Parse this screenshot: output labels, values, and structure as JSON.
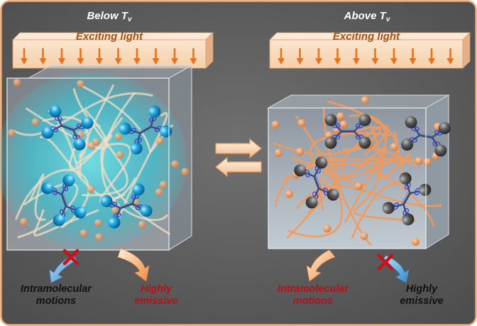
{
  "left_panel": {
    "header_main": "Below T",
    "header_sub": "v",
    "light_label": "Exciting light",
    "caption_blocked_line1": "Intramolecular",
    "caption_blocked_line2": "motions",
    "caption_result_line1": "Highly",
    "caption_result_line2": "emissive"
  },
  "right_panel": {
    "header_main": "Above T",
    "header_sub": "v",
    "light_label": "Exciting light",
    "caption_result_line1": "Intramolecular",
    "caption_result_line2": "motions",
    "caption_blocked_line1": "Highly",
    "caption_blocked_line2": "emissive"
  },
  "colors": {
    "background": "#5e5e5e",
    "border": "#e7a774",
    "light_bar": "#f8d6b4",
    "arrow_orange": "#e8731e",
    "molecule_blue": "#1aa3dc",
    "molecule_gray": "#5a5a5a",
    "polymer_chain": "#f0a46a",
    "cross_red": "#c8121a",
    "text_red": "#b3121a",
    "glow": "#39c4d6"
  }
}
